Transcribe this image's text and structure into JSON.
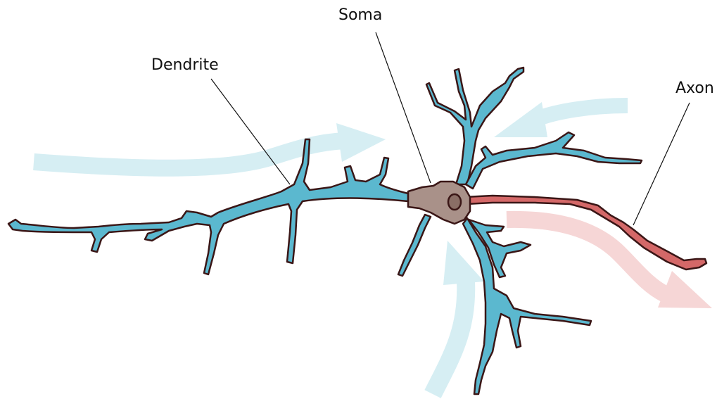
{
  "labels": {
    "soma": "Soma",
    "dendrite": "Dendrite",
    "axon": "Axon"
  },
  "colors": {
    "dendrite_fill": "#5bb8cf",
    "outline": "#3a1616",
    "soma_fill": "#a99189",
    "nucleus_fill": "#8a6e66",
    "axon_fill": "#d46868",
    "input_arrow": "#d6eef3",
    "output_arrow": "#f6d6d6",
    "leader_line": "#111111"
  }
}
